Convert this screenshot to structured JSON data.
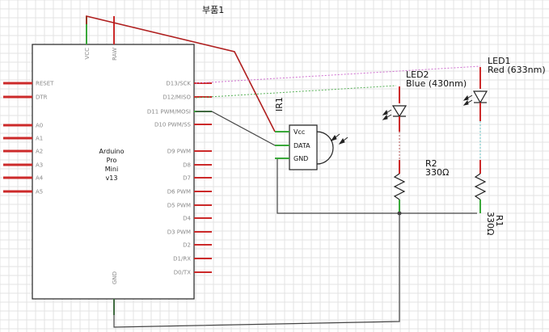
{
  "part_label": "부품1",
  "arduino": {
    "name_lines": [
      "Arduino",
      "Pro",
      "Mini",
      "v13"
    ],
    "top_pins": [
      "VCC",
      "RAW"
    ],
    "left_pins": [
      "RESET",
      "DTR",
      "A0",
      "A1",
      "A2",
      "A3",
      "A4",
      "A5"
    ],
    "right_pins": [
      "D13/SCK",
      "D12/MISO",
      "D11 PWM/MOSI",
      "D10 PWM/SS",
      "D9 PWM",
      "D8",
      "D7",
      "D6 PWM",
      "D5 PWM",
      "D4",
      "D3 PWM",
      "D2",
      "D1/RX",
      "D0/TX"
    ],
    "bottom_pins": [
      "GND"
    ]
  },
  "ir": {
    "ref": "IR1",
    "pins": [
      "Vcc",
      "DATA",
      "GND"
    ]
  },
  "led1": {
    "ref": "LED1",
    "desc": "Red (633nm)"
  },
  "led2": {
    "ref": "LED2",
    "desc": "Blue (430nm)"
  },
  "r1": {
    "ref": "R1",
    "value": "330Ω"
  },
  "r2": {
    "ref": "R2",
    "value": "330Ω"
  },
  "colors": {
    "grid": "#e3e3e3",
    "pin": "#cc2a2a",
    "wire_vcc": "#b02020",
    "wire_dark": "#444444",
    "wire_magenta": "#d070d0",
    "wire_green_dotted": "#55b055",
    "wire_cyan_dotted": "#60c0c0",
    "wire_red_dotted": "#c06060",
    "connected_pin": "#3aa83a"
  }
}
